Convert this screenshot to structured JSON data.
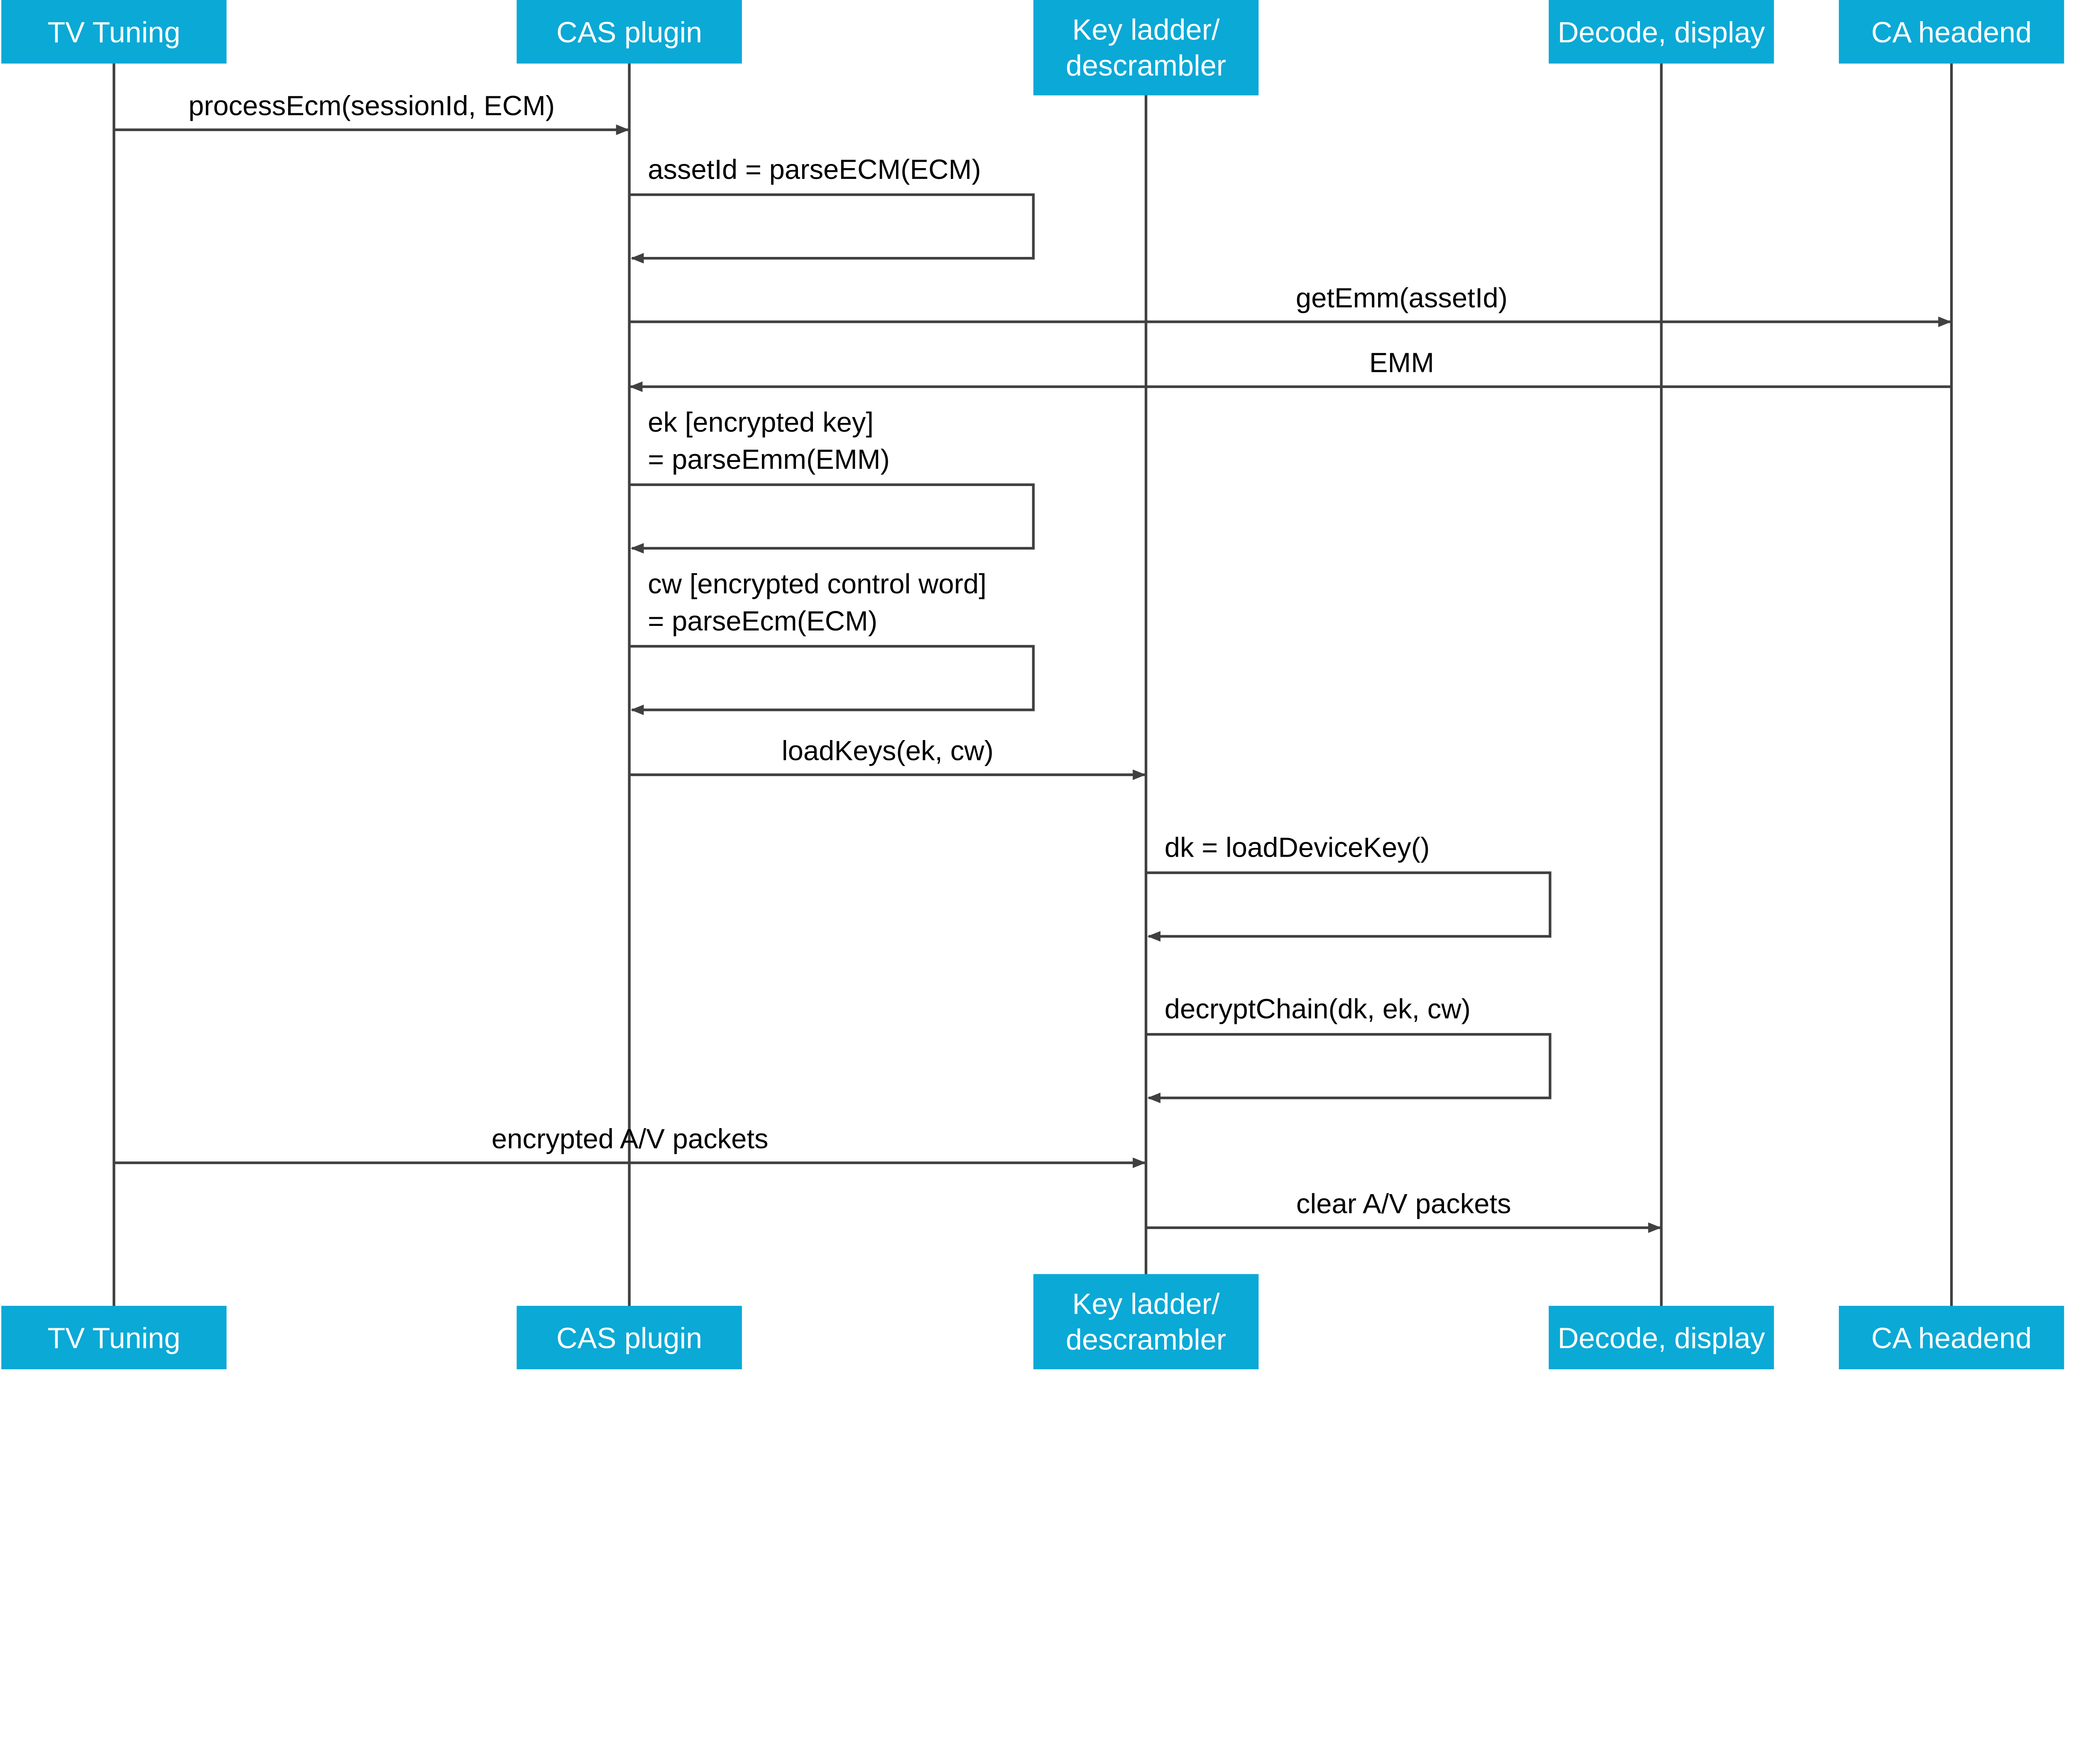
{
  "colors": {
    "participant_fill": "#0ba9d6",
    "line": "#404040",
    "text": "#000000",
    "participant_text": "#ffffff"
  },
  "participants": [
    {
      "lines": [
        "TV Tuning"
      ]
    },
    {
      "lines": [
        "CAS plugin"
      ]
    },
    {
      "lines": [
        "Key ladder/",
        "descrambler"
      ]
    },
    {
      "lines": [
        "Decode, display"
      ]
    },
    {
      "lines": [
        "CA headend"
      ]
    }
  ],
  "messages": [
    {
      "from": 0,
      "to": 1,
      "lines": [
        "processEcm(sessionId, ECM)"
      ]
    },
    {
      "from": 1,
      "to": 1,
      "lines": [
        "assetId = parseECM(ECM)"
      ]
    },
    {
      "from": 1,
      "to": 4,
      "lines": [
        "getEmm(assetId)"
      ]
    },
    {
      "from": 4,
      "to": 1,
      "lines": [
        "EMM"
      ]
    },
    {
      "from": 1,
      "to": 1,
      "lines": [
        "ek [encrypted key]",
        "= parseEmm(EMM)"
      ]
    },
    {
      "from": 1,
      "to": 1,
      "lines": [
        "cw [encrypted control word]",
        "= parseEcm(ECM)"
      ]
    },
    {
      "from": 1,
      "to": 2,
      "lines": [
        "loadKeys(ek, cw)"
      ]
    },
    {
      "from": 2,
      "to": 2,
      "lines": [
        "dk = loadDeviceKey()"
      ]
    },
    {
      "from": 2,
      "to": 2,
      "lines": [
        "decryptChain(dk, ek, cw)"
      ]
    },
    {
      "from": 0,
      "to": 2,
      "lines": [
        "encrypted A/V packets"
      ]
    },
    {
      "from": 2,
      "to": 3,
      "lines": [
        "clear A/V packets"
      ]
    }
  ]
}
